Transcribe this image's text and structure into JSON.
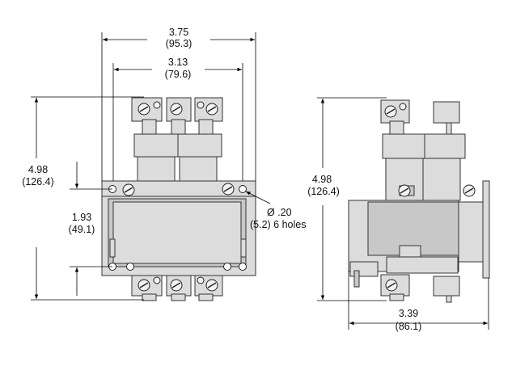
{
  "front_view": {
    "width_overall": {
      "in": "3.75",
      "mm": "(95.3)"
    },
    "width_mounting": {
      "in": "3.13",
      "mm": "(79.6)"
    },
    "height_overall": {
      "in": "4.98",
      "mm": "(126.4)"
    },
    "height_base": {
      "in": "1.93",
      "mm": "(49.1)"
    },
    "hole_note": {
      "dia": "Ø .20",
      "mm_count": "(5.2) 6 holes"
    }
  },
  "side_view": {
    "height_overall": {
      "in": "4.98",
      "mm": "(126.4)"
    },
    "depth_overall": {
      "in": "3.39",
      "mm": "(86.1)"
    }
  }
}
